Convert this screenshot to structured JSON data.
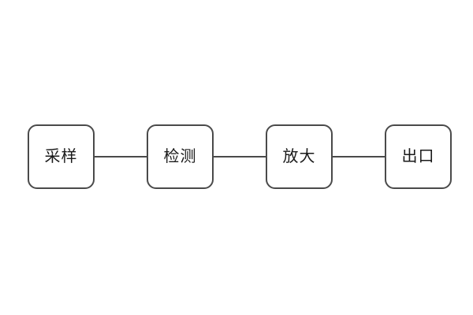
{
  "diagram": {
    "type": "flowchart",
    "direction": "left-to-right",
    "nodes": [
      {
        "label": "采样"
      },
      {
        "label": "检测"
      },
      {
        "label": "放大"
      },
      {
        "label": "出口"
      }
    ],
    "connections": [
      {
        "from": "采样",
        "to": "检测"
      },
      {
        "from": "检测",
        "to": "放大"
      },
      {
        "from": "放大",
        "to": "出口"
      }
    ],
    "colors": {
      "background": "#ffffff",
      "node_fill": "#ffffff",
      "node_border": "#4a4a4a",
      "connector": "#4a4a4a",
      "text": "#1a1a1a"
    }
  }
}
